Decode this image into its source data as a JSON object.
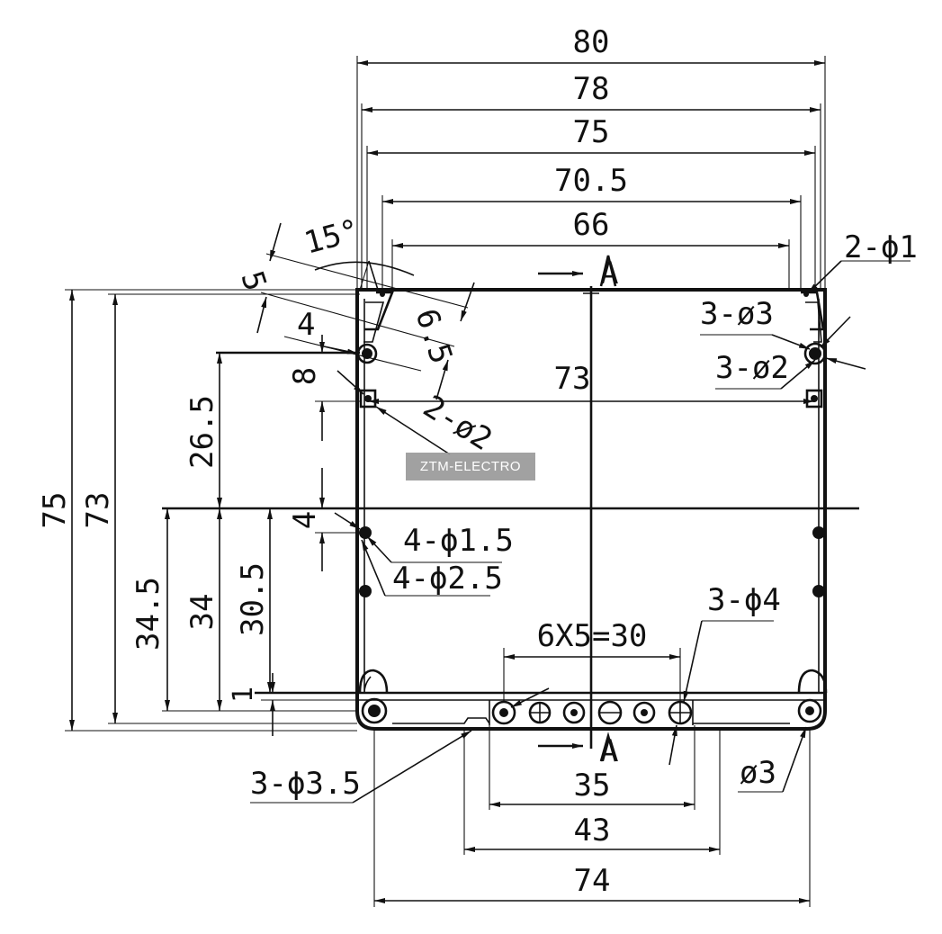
{
  "watermark": "ZTM-ELECTRO",
  "section_marker": "A",
  "dimensions": {
    "overall_width": "80",
    "width_78": "78",
    "width_75": "75",
    "width_70_5": "70.5",
    "width_66": "66",
    "width_73": "73",
    "overall_height": "75",
    "height_73": "73",
    "height_26_5": "26.5",
    "height_34_5": "34.5",
    "height_34": "34",
    "height_30_5": "30.5",
    "offset_8": "8",
    "offset_4_top": "4",
    "offset_4_mid": "4",
    "offset_1": "1",
    "chamfer_5": "5",
    "chamfer_6_5": "6.5",
    "angle": "15°",
    "pitch": "6X5=30",
    "bottom_35": "35",
    "bottom_43": "43",
    "bottom_74": "74"
  },
  "callouts": {
    "holes_2_phi1": "2-ϕ1",
    "holes_3_phi3": "3-ø3",
    "holes_3_phi2": "3-ø2",
    "holes_2_phi2": "2-ø2",
    "holes_4_phi1_5": "4-ϕ1.5",
    "holes_4_phi2_5": "4-ϕ2.5",
    "holes_3_phi4": "3-ϕ4",
    "holes_3_phi3_5": "3-ϕ3.5",
    "hole_phi3": "ø3"
  }
}
